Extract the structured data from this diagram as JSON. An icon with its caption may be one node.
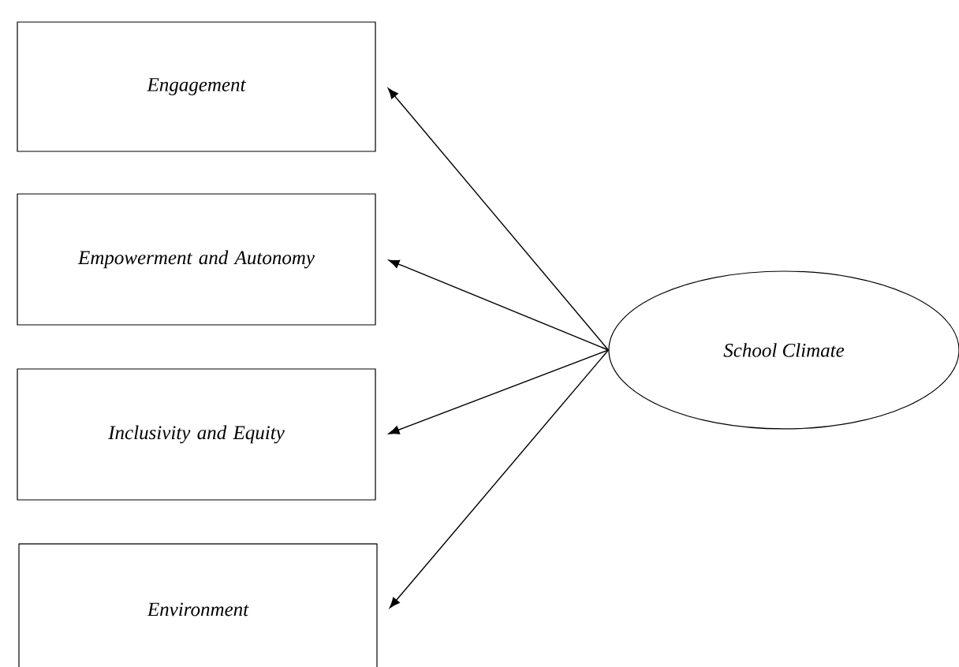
{
  "diagram": {
    "nodes": [
      {
        "text": [
          "Engagement"
        ]
      },
      {
        "text": [
          "Empowerment and Autonomy"
        ]
      },
      {
        "text": [
          "Inclusivity and Equity"
        ]
      },
      {
        "text": [
          "Environment"
        ]
      },
      {
        "text": [
          "School Climate"
        ]
      }
    ],
    "edges": [
      {
        "from": 4,
        "to": 0,
        "arrow": "to"
      },
      {
        "from": 4,
        "to": 1,
        "arrow": "to"
      },
      {
        "from": 4,
        "to": 2,
        "arrow": "to"
      },
      {
        "from": 4,
        "to": 3,
        "arrow": "to"
      }
    ]
  }
}
